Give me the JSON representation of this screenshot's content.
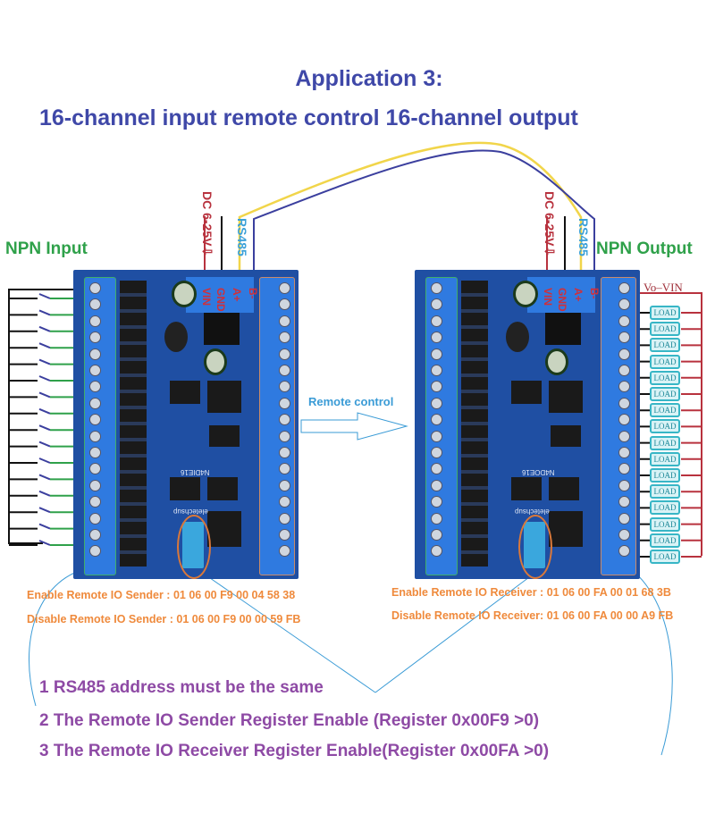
{
  "header": {
    "title": "Application 3:",
    "subtitle": "16-channel input remote control 16-channel output"
  },
  "left_board": {
    "label": "NPN Input",
    "power_label": "DC 6-25V⇩",
    "bus_label": "RS485",
    "terminals": [
      "VIN",
      "GND",
      "A+",
      "B-"
    ],
    "model": "N4DIE16",
    "brand": "eletechsup",
    "channel_count": 16,
    "commands": [
      {
        "label": "Enable Remote IO Sender  :",
        "value": "01 06 00 F9 00 04 58 38"
      },
      {
        "label": "Disable Remote IO Sender :",
        "value": "01 06 00 F9 00 00 59 FB"
      }
    ]
  },
  "right_board": {
    "label": "NPN Output",
    "power_label": "DC 6-25V⇩",
    "bus_label": "RS485",
    "terminals": [
      "VIN",
      "GND",
      "A+",
      "B-"
    ],
    "output_supply_label": "Vo–VIN",
    "load_label": "LOAD",
    "load_count": 16,
    "model": "N4DOE16",
    "brand": "eletechsup",
    "commands": [
      {
        "label": "Enable Remote IO Receiver :",
        "value": "01 06 00 FA 00 01 68 3B"
      },
      {
        "label": "Disable Remote IO Receiver:",
        "value": "01 06 00 FA 00 00 A9 FB"
      }
    ]
  },
  "link": {
    "label": "Remote control"
  },
  "notes": [
    "1 RS485 address must be the same",
    "2 The Remote IO Sender Register Enable  (Register 0x00F9 >0)",
    "3 The Remote IO Receiver Register Enable(Register 0x00FA >0)"
  ],
  "colors": {
    "title": "#3f48a8",
    "npn_label": "#2fa14a",
    "command_text": "#ef8a3c",
    "notes_text": "#8e4aa5",
    "board": "#1f4fa3",
    "terminal_strip": "#2f7ae0",
    "wire_yellow": "#f1d54a",
    "wire_blue": "#3b3f9e",
    "wire_red": "#b8323e",
    "input_wire": "#2fa14a",
    "remote_label": "#3a9bd6"
  }
}
